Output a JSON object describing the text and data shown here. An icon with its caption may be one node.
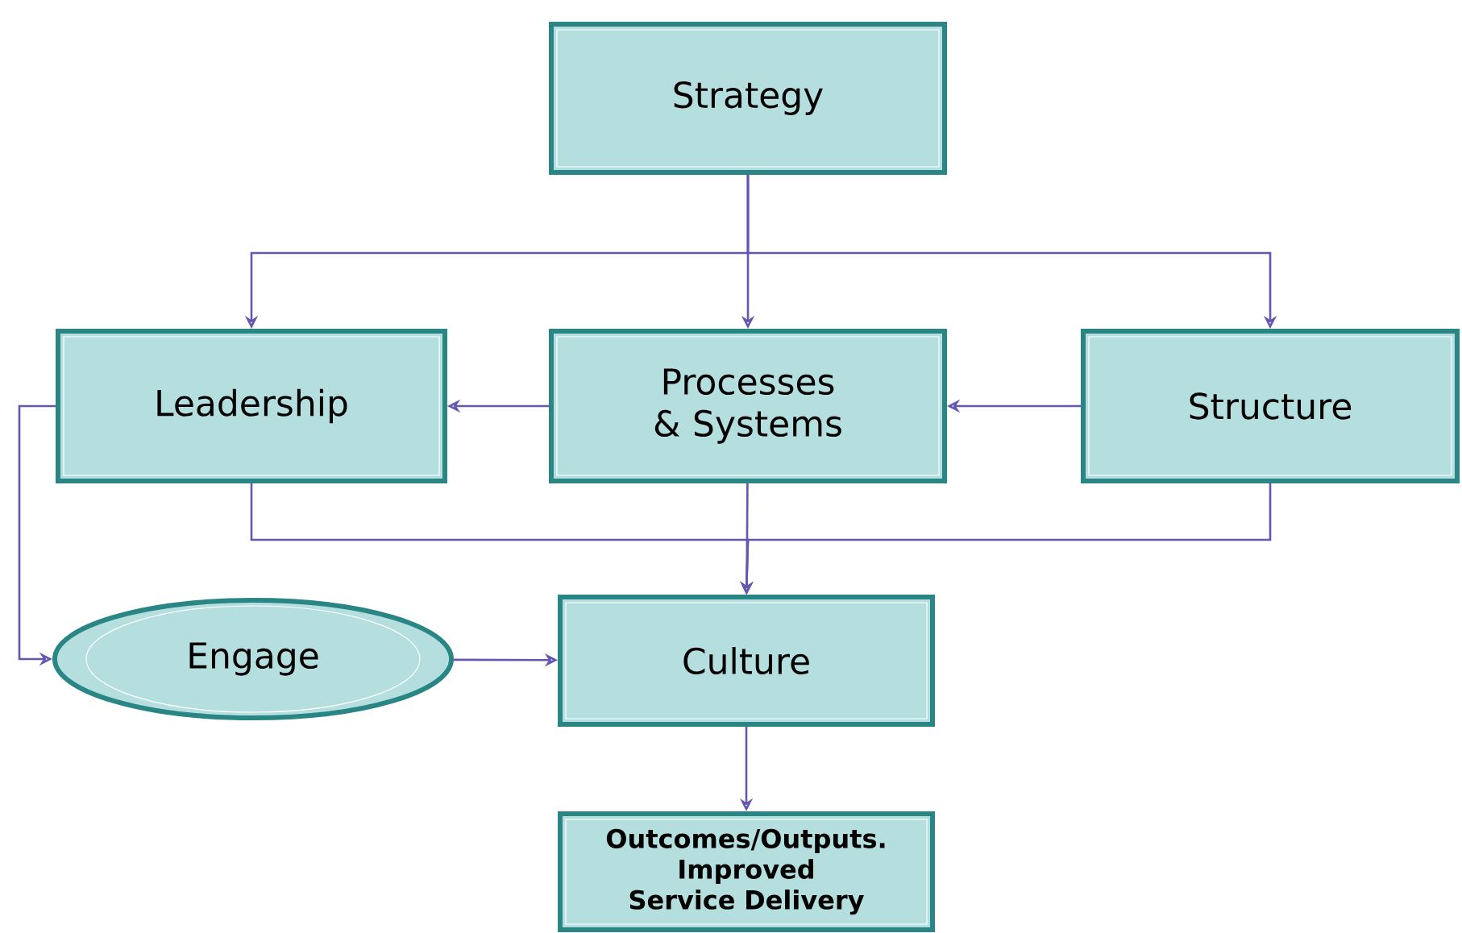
{
  "diagram": {
    "nodes": [
      {
        "text": [
          "Strategy"
        ]
      },
      {
        "text": [
          "Leadership"
        ]
      },
      {
        "text": [
          "Processes & Systems"
        ]
      },
      {
        "text": [
          "Structure"
        ]
      },
      {
        "text": [
          "Engage"
        ]
      },
      {
        "text": [
          "Culture"
        ]
      },
      {
        "text": [
          "Outcomes/Outputs. Improved Service Delivery"
        ]
      }
    ],
    "edges": [
      {
        "from": 0,
        "to": 1,
        "arrow": "to"
      },
      {
        "from": 0,
        "to": 2,
        "arrow": "to"
      },
      {
        "from": 0,
        "to": 3,
        "arrow": "to"
      },
      {
        "from": 2,
        "to": 1,
        "arrow": "to"
      },
      {
        "from": 3,
        "to": 2,
        "arrow": "to"
      },
      {
        "from": 1,
        "to": 5,
        "arrow": "to"
      },
      {
        "from": 2,
        "to": 5,
        "arrow": "to"
      },
      {
        "from": 3,
        "to": 5,
        "arrow": "to"
      },
      {
        "from": 1,
        "to": 4,
        "arrow": "to"
      },
      {
        "from": 4,
        "to": 5,
        "arrow": "to"
      },
      {
        "from": 5,
        "to": 6,
        "arrow": "to"
      }
    ]
  }
}
